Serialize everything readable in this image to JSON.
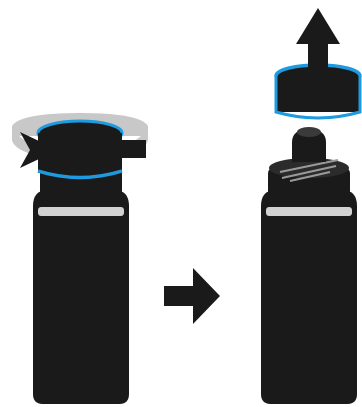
{
  "diagram": {
    "steps": [
      {
        "id": "twist-cap",
        "action": "rotate"
      },
      {
        "id": "lift-cap",
        "action": "remove"
      }
    ],
    "colors": {
      "bottle": "#1a1a1a",
      "bottle_highlight": "#d2d2d2",
      "accent": "#1e9be0",
      "rotation_band": "#c8c8c8",
      "arrow": "#1a1a1a",
      "background": "#ffffff"
    },
    "icons": {
      "rotate_arrow": "rotate-arrow-icon",
      "step_arrow": "right-arrow-icon",
      "lift_arrow": "up-arrow-icon"
    }
  }
}
